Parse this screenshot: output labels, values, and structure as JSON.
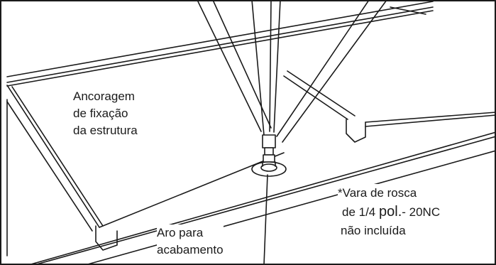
{
  "labels": {
    "anchor": [
      "Ancoragem",
      "de fixação",
      "da estrutura"
    ],
    "trim_ring": [
      "Aro para",
      "acabamento"
    ],
    "rod": {
      "line1": "*Vara de rosca",
      "line2_pre": "de 1/4 ",
      "line2_unit": "pol.",
      "line2_post": "- 20NC",
      "line3": "não incluída"
    }
  },
  "colors": {
    "line": "#1a1a1a",
    "background": "#ffffff"
  }
}
